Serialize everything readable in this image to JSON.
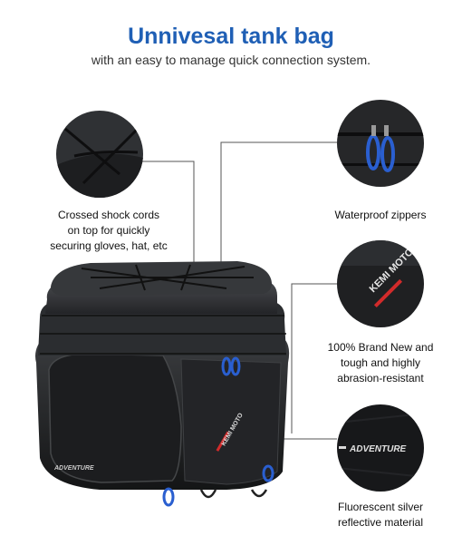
{
  "header": {
    "title": "Unnivesal tank bag",
    "subtitle": "with an easy to manage quick connection system."
  },
  "callouts": {
    "shock_cords": "Crossed shock cords\non top for quickly\nsecuring gloves, hat, etc",
    "zippers": "Waterproof zippers",
    "brand": "100% Brand New and\ntough and highly\nabrasion-resistant",
    "reflective": "Fluorescent silver\nreflective material"
  },
  "product_marks": {
    "brand_logo": "KEMI MOTO",
    "reflective_word": "ADVENTURE"
  },
  "colors": {
    "title": "#1f5fb5",
    "accent_blue": "#2a5fd0",
    "logo_red": "#d22b2b"
  }
}
